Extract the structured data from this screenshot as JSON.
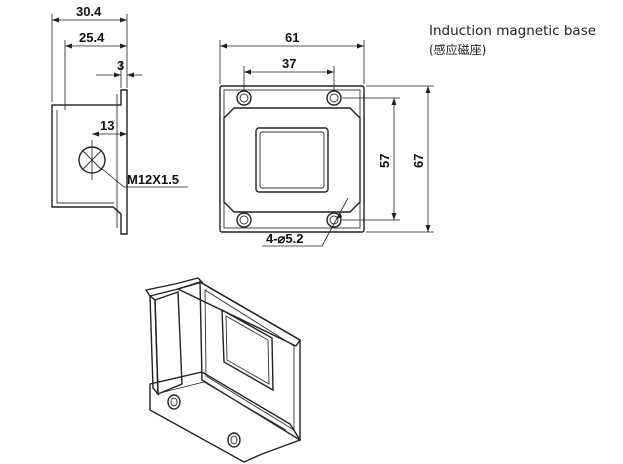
{
  "title": {
    "name": "Induction magnetic base",
    "name_cn": "(感应磁座)"
  },
  "side_view": {
    "dim_overall_width": "30.4",
    "dim_inner_width": "25.4",
    "dim_flange": "3",
    "dim_hole_offset": "13",
    "thread_label": "M12X1.5"
  },
  "front_view": {
    "dim_width": "61",
    "dim_hole_spacing_x": "37",
    "dim_hole_spacing_y": "57",
    "dim_height": "67",
    "hole_label": "4-⌀5.2"
  }
}
